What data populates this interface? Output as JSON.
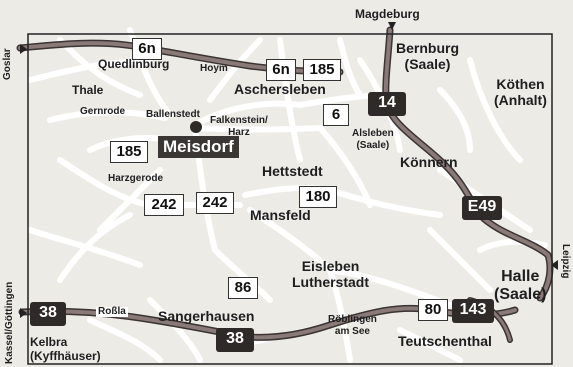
{
  "labels": {
    "magdeburg": "Magdeburg",
    "goslar": "Goslar",
    "bernburg": "Bernburg\n(Saale)",
    "koethen": "Köthen\n(Anhalt)",
    "quedlinburg": "Quedlinburg",
    "hoym": "Hoym",
    "aschersleben": "Aschersleben",
    "thale": "Thale",
    "gernrode": "Gernrode",
    "ballenstedt": "Ballenstedt",
    "falkenstein": "Falkenstein/\nHarz",
    "meisdorf": "Meisdorf",
    "alsleben": "Alsleben\n(Saale)",
    "koennern": "Könnern",
    "harzgerode": "Harzgerode",
    "hettstedt": "Hettstedt",
    "mansfeld": "Mansfeld",
    "eisleben": "Eisleben\nLutherstadt",
    "leipzig": "Leipzig",
    "halle": "Halle\n(Saale)",
    "kassel": "Kassel/Göttingen",
    "kelbra": "Kelbra\n(Kyffhäuser)",
    "rossla": "Roßla",
    "sangerhausen": "Sangerhausen",
    "roeblingen": "Röblingen\nam See",
    "teutschenthal": "Teutschenthal"
  },
  "shields": {
    "r6n_top": "6n",
    "r6n_mid": "6n",
    "r185_top": "185",
    "r6": "6",
    "r185_left": "185",
    "r242_a": "242",
    "r242_b": "242",
    "r180": "180",
    "r86": "86",
    "r80": "80",
    "a14": "14",
    "e49": "E49",
    "a38_left": "38",
    "a38_bottom": "38",
    "a143": "143"
  },
  "colors": {
    "background": "#ecebe6",
    "minor_road": "#ffffff",
    "motorway": "#7a6a68",
    "motorway_edge": "#3a3432",
    "frame": "#222222"
  }
}
